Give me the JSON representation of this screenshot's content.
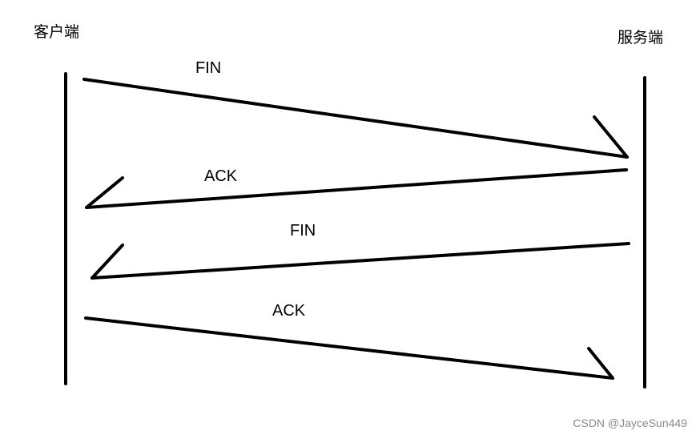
{
  "participants": {
    "client": "客户端",
    "server": "服务端"
  },
  "messages": [
    {
      "label": "FIN",
      "from": "client",
      "to": "server"
    },
    {
      "label": "ACK",
      "from": "server",
      "to": "client"
    },
    {
      "label": "FIN",
      "from": "server",
      "to": "client"
    },
    {
      "label": "ACK",
      "from": "client",
      "to": "server"
    }
  ],
  "watermark": "CSDN @JayceSun449",
  "colors": {
    "stroke": "#000000",
    "background": "#ffffff",
    "watermark": "#8a8a8a"
  }
}
